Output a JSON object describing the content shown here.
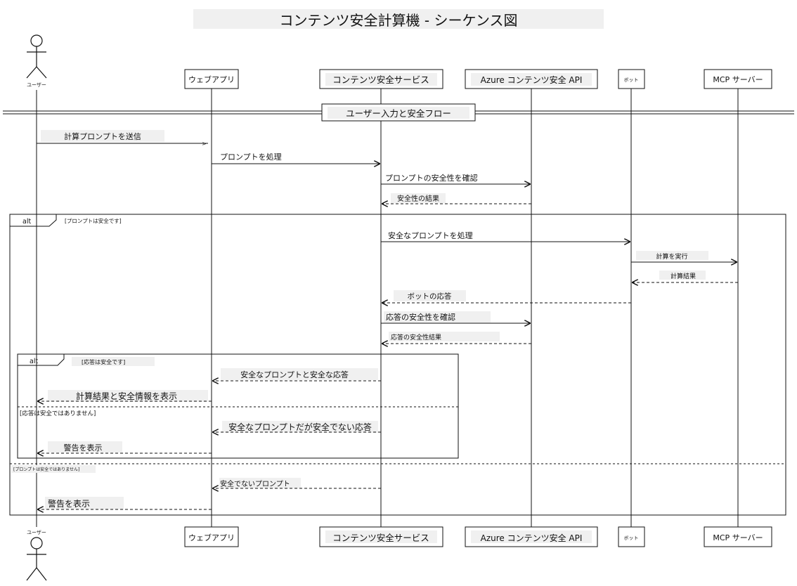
{
  "diagram": {
    "title": "コンテンツ安全計算機 - シーケンス図",
    "participants": [
      {
        "id": "user",
        "label": "ユーザー",
        "kind": "actor"
      },
      {
        "id": "webapp",
        "label": "ウェブアプリ",
        "kind": "box"
      },
      {
        "id": "service",
        "label": "コンテンツ安全サービス",
        "kind": "box"
      },
      {
        "id": "api",
        "label": "Azure コンテンツ安全 API",
        "kind": "box"
      },
      {
        "id": "bot",
        "label": "ボット",
        "kind": "box"
      },
      {
        "id": "mcp",
        "label": "MCP サーバー",
        "kind": "box"
      }
    ],
    "divider": "ユーザー入力と安全フロー",
    "messages": [
      {
        "id": "m1",
        "from": "user",
        "to": "webapp",
        "text": "計算プロンプトを送信",
        "style": "solid"
      },
      {
        "id": "m2",
        "from": "webapp",
        "to": "service",
        "text": "プロンプトを処理",
        "style": "solid"
      },
      {
        "id": "m3",
        "from": "service",
        "to": "api",
        "text": "プロンプトの安全性を確認",
        "style": "solid"
      },
      {
        "id": "m4",
        "from": "api",
        "to": "service",
        "text": "安全性の結果",
        "style": "dashed"
      },
      {
        "id": "m5",
        "from": "service",
        "to": "bot",
        "text": "安全なプロンプトを処理",
        "style": "solid"
      },
      {
        "id": "m6",
        "from": "bot",
        "to": "mcp",
        "text": "計算を実行",
        "style": "solid"
      },
      {
        "id": "m7",
        "from": "mcp",
        "to": "bot",
        "text": "計算結果",
        "style": "dashed"
      },
      {
        "id": "m8",
        "from": "bot",
        "to": "service",
        "text": "ボットの応答",
        "style": "dashed"
      },
      {
        "id": "m9",
        "from": "service",
        "to": "api",
        "text": "応答の安全性を確認",
        "style": "solid"
      },
      {
        "id": "m10",
        "from": "api",
        "to": "service",
        "text": "応答の安全性結果",
        "style": "dashed"
      },
      {
        "id": "m11",
        "from": "service",
        "to": "webapp",
        "text": "安全なプロンプトと安全な応答",
        "style": "dashed"
      },
      {
        "id": "m12",
        "from": "webapp",
        "to": "user",
        "text": "計算結果と安全情報を表示",
        "style": "dashed"
      },
      {
        "id": "m13",
        "from": "service",
        "to": "webapp",
        "text": "安全なプロンプトだが安全でない応答",
        "style": "dashed"
      },
      {
        "id": "m14",
        "from": "webapp",
        "to": "user",
        "text": "警告を表示",
        "style": "dashed"
      },
      {
        "id": "m15",
        "from": "service",
        "to": "webapp",
        "text": "安全でないプロンプト",
        "style": "dashed"
      },
      {
        "id": "m16",
        "from": "webapp",
        "to": "user",
        "text": "警告を表示",
        "style": "dashed"
      }
    ],
    "fragments": [
      {
        "id": "outer",
        "operator": "alt",
        "guard": "[プロンプトは安全です]",
        "else_guard": "[プロンプトは安全ではありません]"
      },
      {
        "id": "inner",
        "operator": "alt",
        "guard": "[応答は安全です]",
        "else_guard": "[応答は安全ではありません]"
      }
    ]
  }
}
